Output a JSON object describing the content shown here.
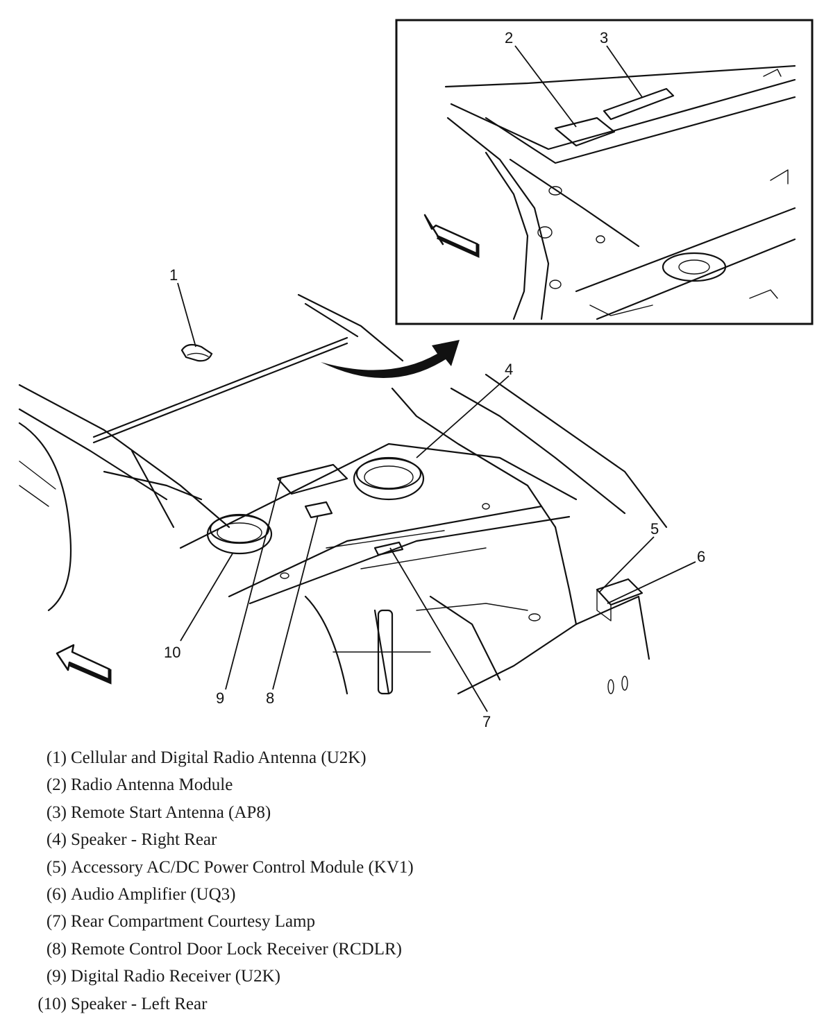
{
  "callouts": [
    "1",
    "2",
    "3",
    "4",
    "5",
    "6",
    "7",
    "8",
    "9",
    "10"
  ],
  "legend": [
    {
      "num": "(1)",
      "text": "Cellular and Digital Radio Antenna (U2K)"
    },
    {
      "num": "(2)",
      "text": "Radio Antenna Module"
    },
    {
      "num": "(3)",
      "text": "Remote Start Antenna (AP8)"
    },
    {
      "num": "(4)",
      "text": "Speaker - Right Rear"
    },
    {
      "num": "(5)",
      "text": "Accessory AC/DC Power Control Module (KV1)"
    },
    {
      "num": "(6)",
      "text": "Audio Amplifier (UQ3)"
    },
    {
      "num": "(7)",
      "text": "Rear Compartment Courtesy Lamp"
    },
    {
      "num": "(8)",
      "text": "Remote Control Door Lock Receiver (RCDLR)"
    },
    {
      "num": "(9)",
      "text": "Digital Radio Receiver (U2K)"
    },
    {
      "num": "(10)",
      "text": "Speaker - Left Rear"
    }
  ]
}
